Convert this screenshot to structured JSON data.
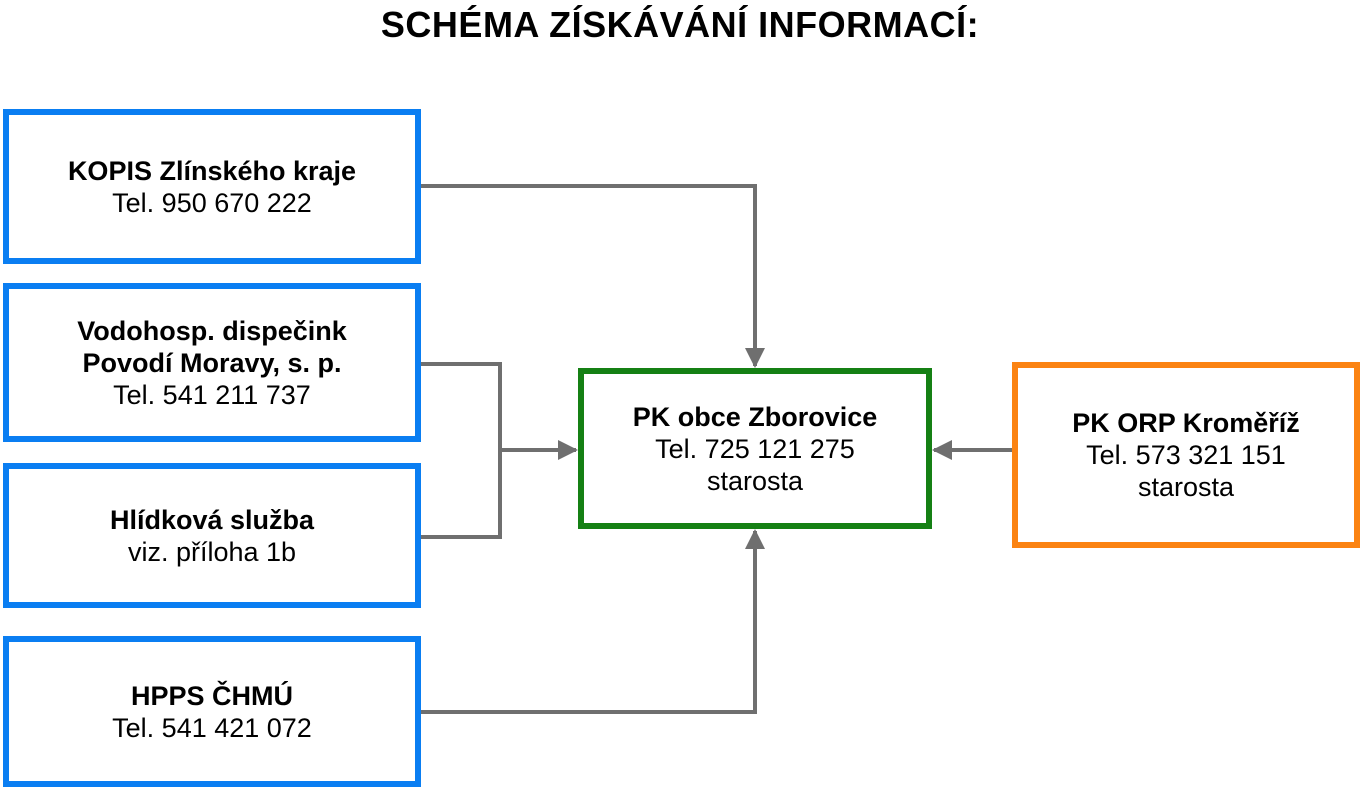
{
  "title": "SCHÉMA ZÍSKÁVÁNÍ INFORMACÍ:",
  "colors": {
    "source_border": "#0a7ef2",
    "center_border": "#158014",
    "orp_border": "#fb8312",
    "arrow": "#6f6f6f"
  },
  "sources": {
    "kopis": {
      "name": "KOPIS Zlínského kraje",
      "tel": "Tel. 950 670 222"
    },
    "vodo": {
      "name_line1": "Vodohosp. dispečink",
      "name_line2": "Povodí Moravy, s. p.",
      "tel": "Tel. 541 211 737"
    },
    "hlidka": {
      "name": "Hlídková služba",
      "note": "viz. příloha 1b"
    },
    "hpps": {
      "name": "HPPS ČHMÚ",
      "tel": "Tel. 541 421 072"
    }
  },
  "center": {
    "name": "PK obce Zborovice",
    "tel": "Tel. 725 121 275",
    "role": "starosta"
  },
  "orp": {
    "name": "PK ORP Kroměříž",
    "tel": "Tel. 573 321 151",
    "role": "starosta"
  }
}
